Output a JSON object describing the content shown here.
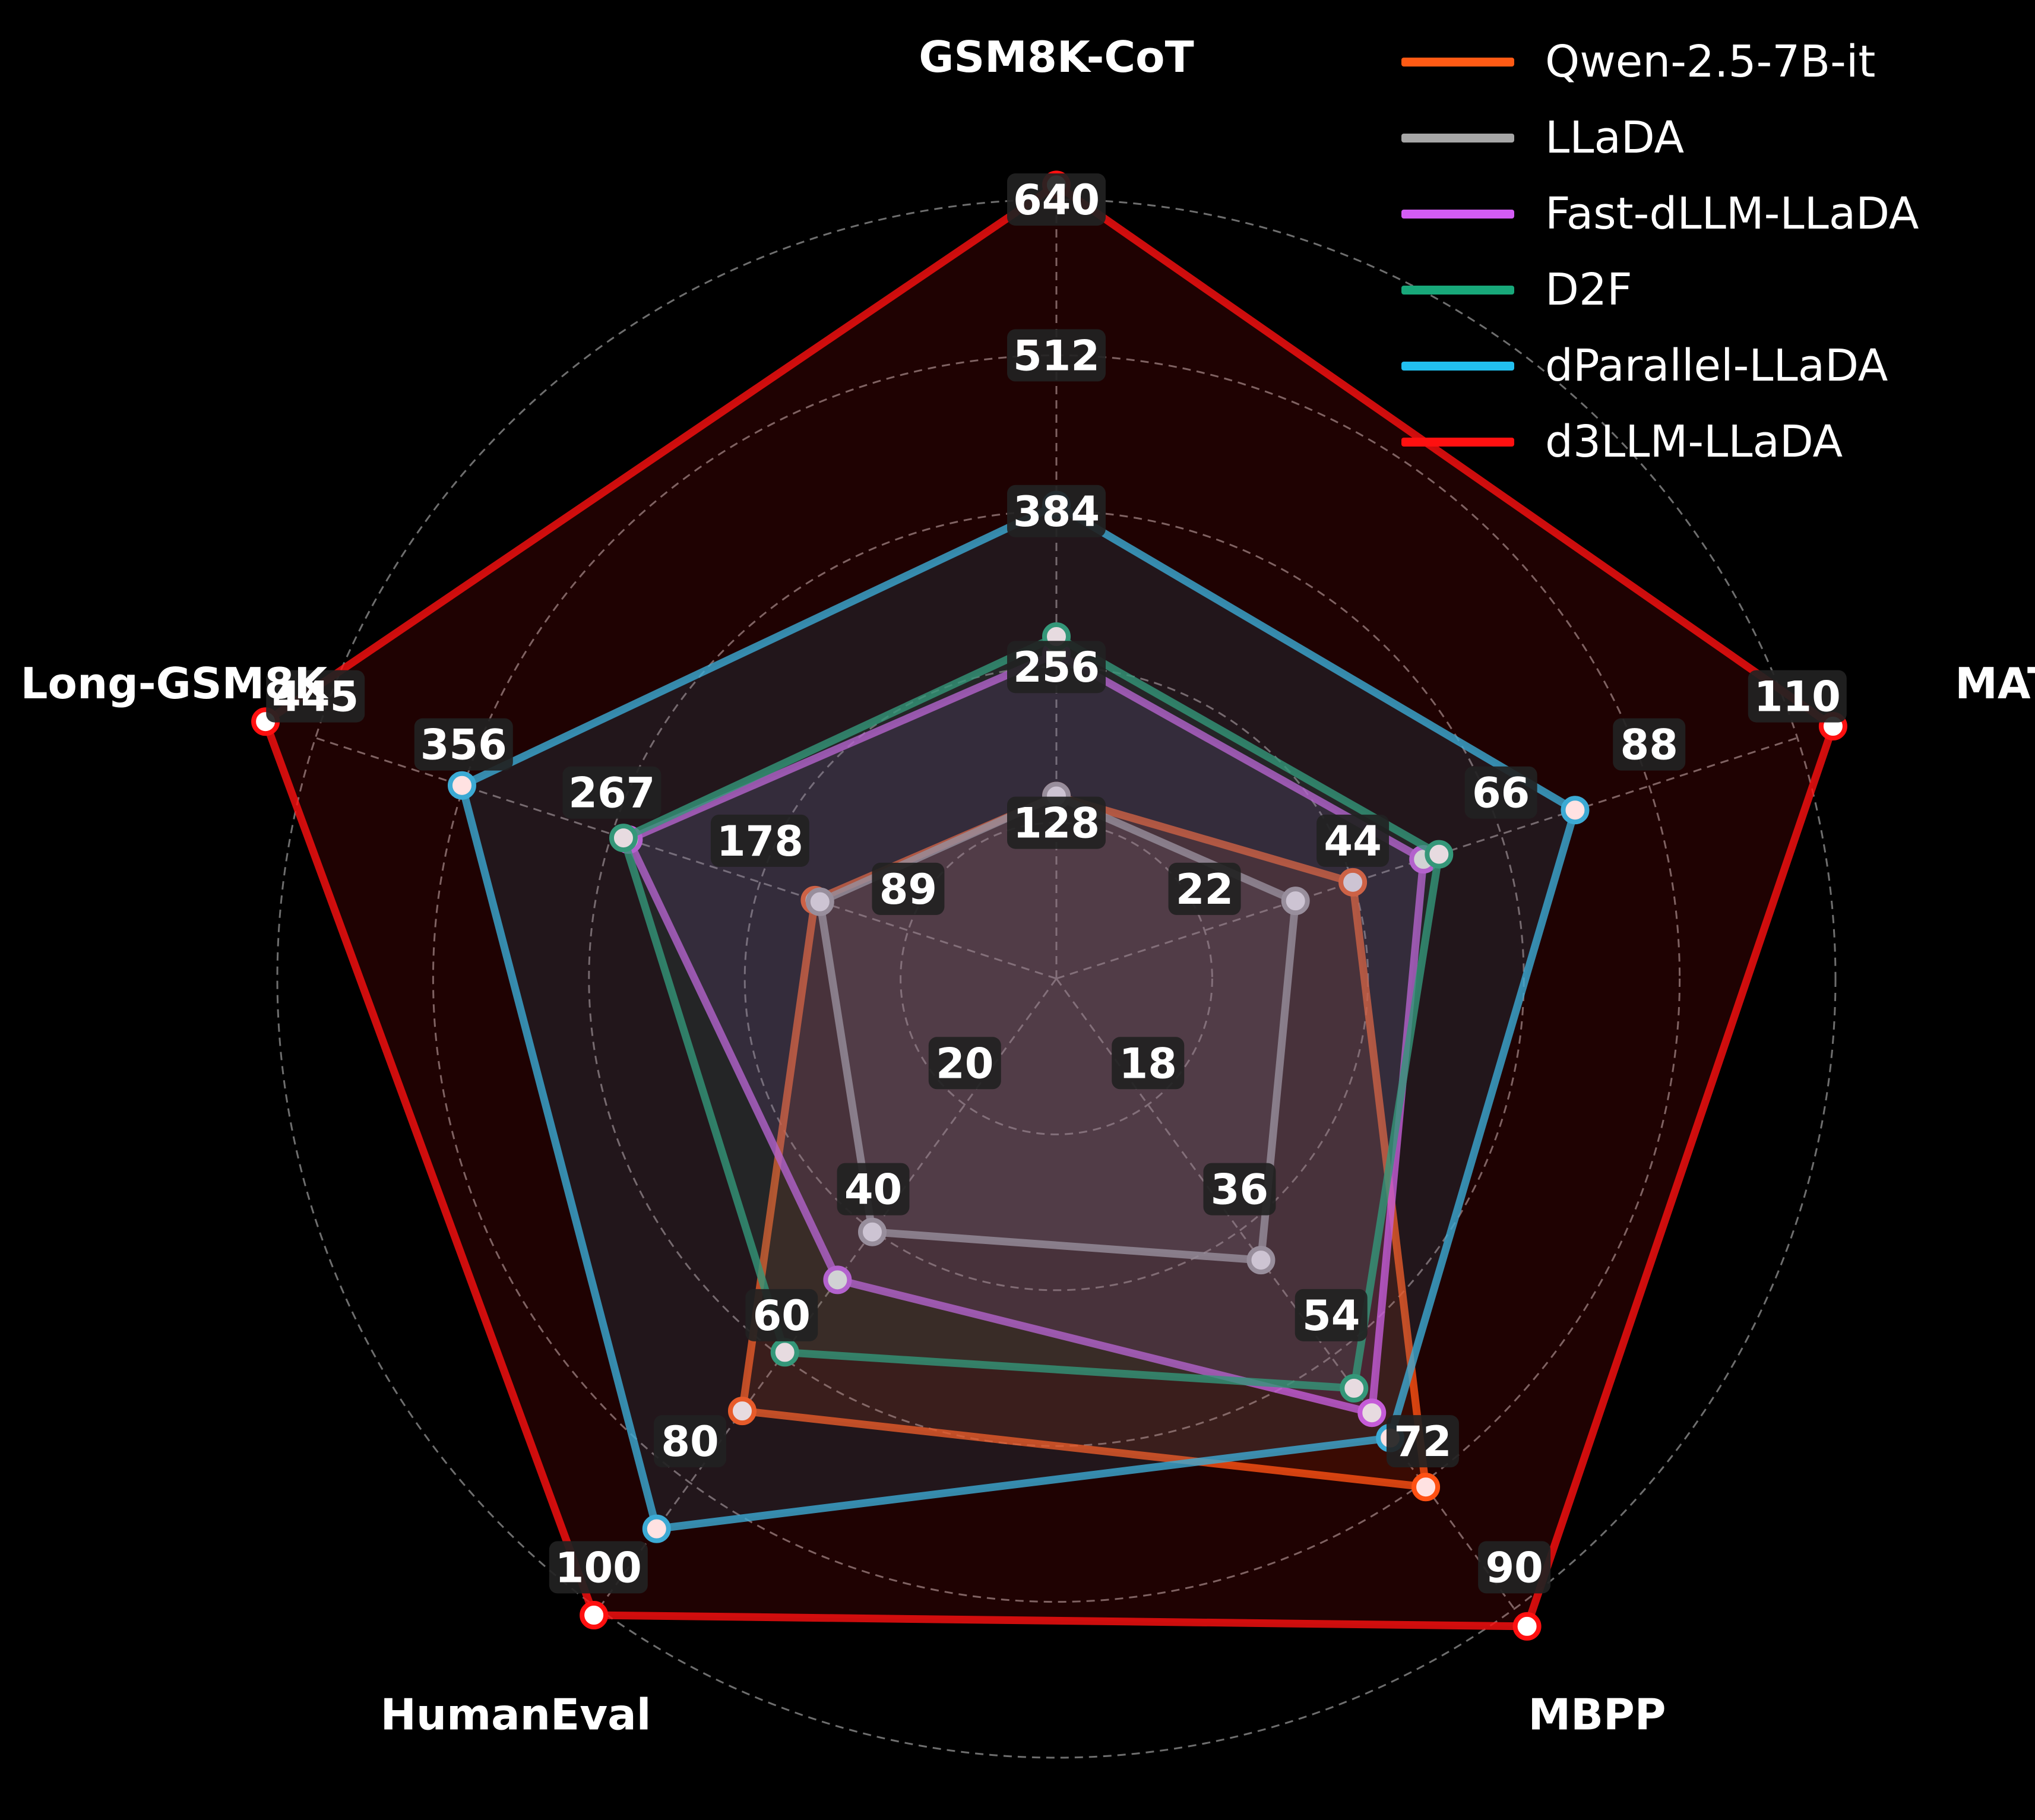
{
  "chart_data": {
    "type": "radar",
    "title": "",
    "axes": [
      {
        "label": "GSM8K-CoT",
        "min": 0,
        "max": 640,
        "ticks": [
          128,
          256,
          384,
          512,
          640
        ]
      },
      {
        "label": "MATH",
        "min": 0,
        "max": 110,
        "ticks": [
          22,
          44,
          66,
          88,
          110
        ]
      },
      {
        "label": "MBPP",
        "min": 0,
        "max": 90,
        "ticks": [
          18,
          36,
          54,
          72,
          90
        ]
      },
      {
        "label": "HumanEval",
        "min": 0,
        "max": 100,
        "ticks": [
          20,
          40,
          60,
          80,
          100
        ]
      },
      {
        "label": "Long-GSM8K",
        "min": 0,
        "max": 445,
        "ticks": [
          89,
          178,
          267,
          356,
          445
        ]
      }
    ],
    "series": [
      {
        "name": "Qwen-2.5-7B-it",
        "color": "#ff5a14",
        "values": [
          150,
          44.0,
          72.6,
          68.6,
          145
        ]
      },
      {
        "name": "LLaDA",
        "color": "#a6a6a6",
        "values": [
          150,
          35.5,
          40.2,
          40.2,
          142
        ]
      },
      {
        "name": "Fast-dLLM-LLaDA",
        "color": "#d35cf5",
        "values": [
          267,
          54.5,
          62.0,
          47.8,
          257
        ]
      },
      {
        "name": "D2F",
        "color": "#18a87a",
        "values": [
          281,
          56.8,
          58.5,
          59.3,
          260
        ]
      },
      {
        "name": "dParallel-LLaDA",
        "color": "#22c0f0",
        "values": [
          389,
          77.0,
          65.6,
          87.3,
          357
        ]
      },
      {
        "name": "d3LLM-LLaDA",
        "color": "#ff1010",
        "values": [
          652,
          115.3,
          92.5,
          101.0,
          475
        ]
      }
    ],
    "grid": true,
    "legend": "top-right"
  }
}
